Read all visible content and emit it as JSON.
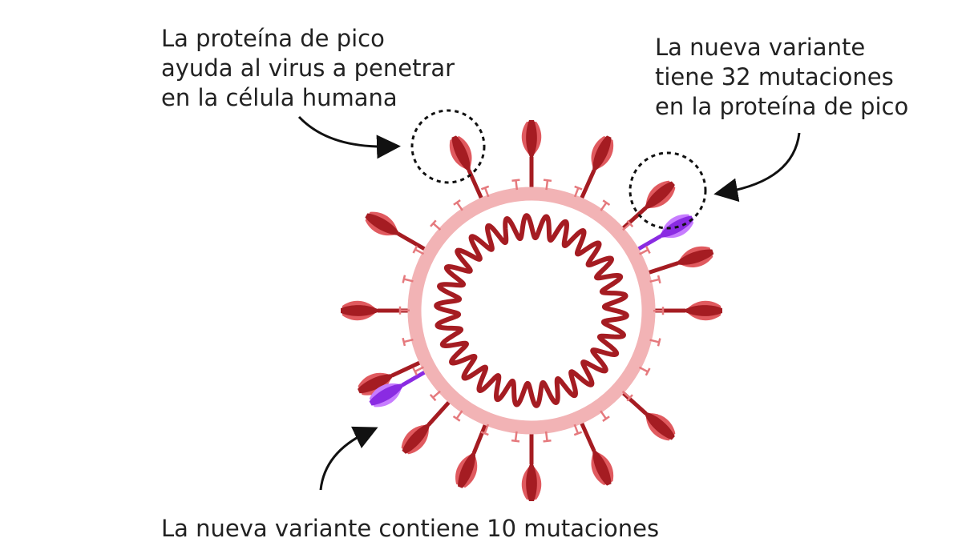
{
  "labels": {
    "spike_protein": [
      "La proteína de pico",
      "ayuda al virus a penetrar",
      "en la célula humana"
    ],
    "spike_mutations": [
      "La nueva variante",
      "tiene 32 mutaciones",
      "en la proteína de pico"
    ],
    "other_mutations": "La nueva variante contiene 10 mutaciones"
  },
  "colors": {
    "spike_dark": "#a51c22",
    "spike_light": "#e05a5f",
    "spike_mutated": "#8a2be2",
    "spike_mutated_light": "#c77dff",
    "membrane": "#f2b3b5",
    "membrane_protein": "#e5797d",
    "rna": "#a51c22",
    "arrow": "#111111"
  }
}
